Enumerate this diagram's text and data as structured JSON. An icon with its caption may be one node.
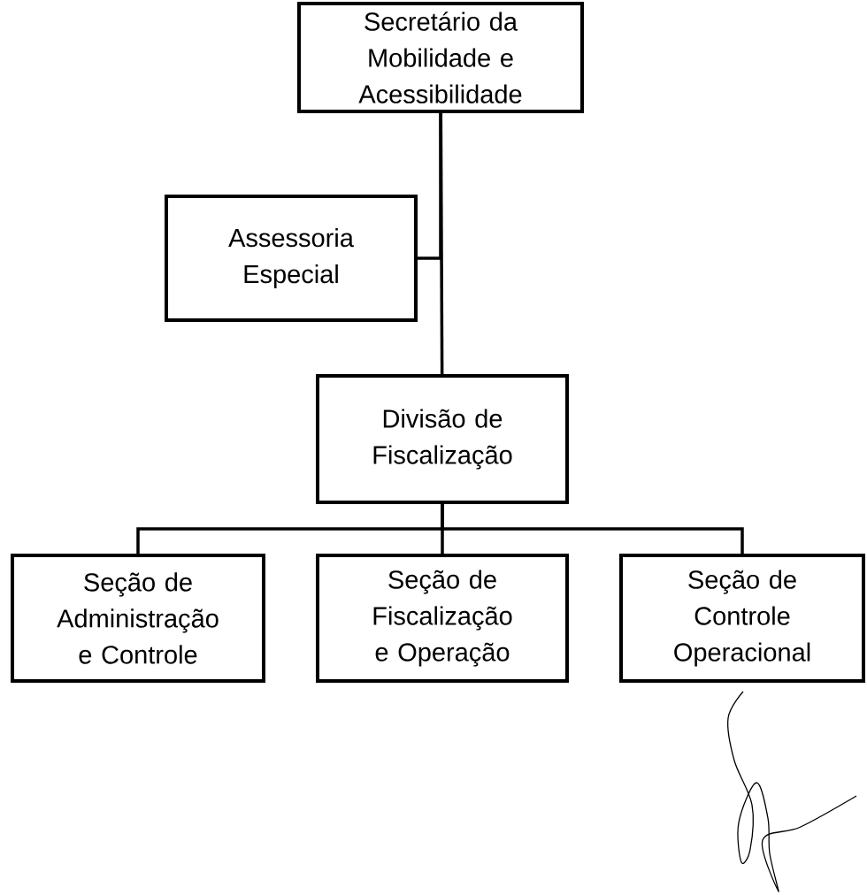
{
  "diagram": {
    "nodes": [
      {
        "text": [
          "Secretário da Mobilidade e Acessibilidade"
        ]
      },
      {
        "text": [
          "Assessoria Especial"
        ]
      },
      {
        "text": [
          "Divisão de Fiscalização"
        ]
      },
      {
        "text": [
          "Seção de Administração e Controle"
        ]
      },
      {
        "text": [
          "Seção de Fiscalização e Operação"
        ]
      },
      {
        "text": [
          "Seção de Controle Operacional"
        ]
      }
    ],
    "edges": [
      {
        "from": 0,
        "to": 1,
        "arrow": "none"
      },
      {
        "from": 0,
        "to": 2,
        "arrow": "none"
      },
      {
        "from": 2,
        "to": 3,
        "arrow": "none"
      },
      {
        "from": 2,
        "to": 4,
        "arrow": "none"
      },
      {
        "from": 2,
        "to": 5,
        "arrow": "none"
      }
    ]
  }
}
